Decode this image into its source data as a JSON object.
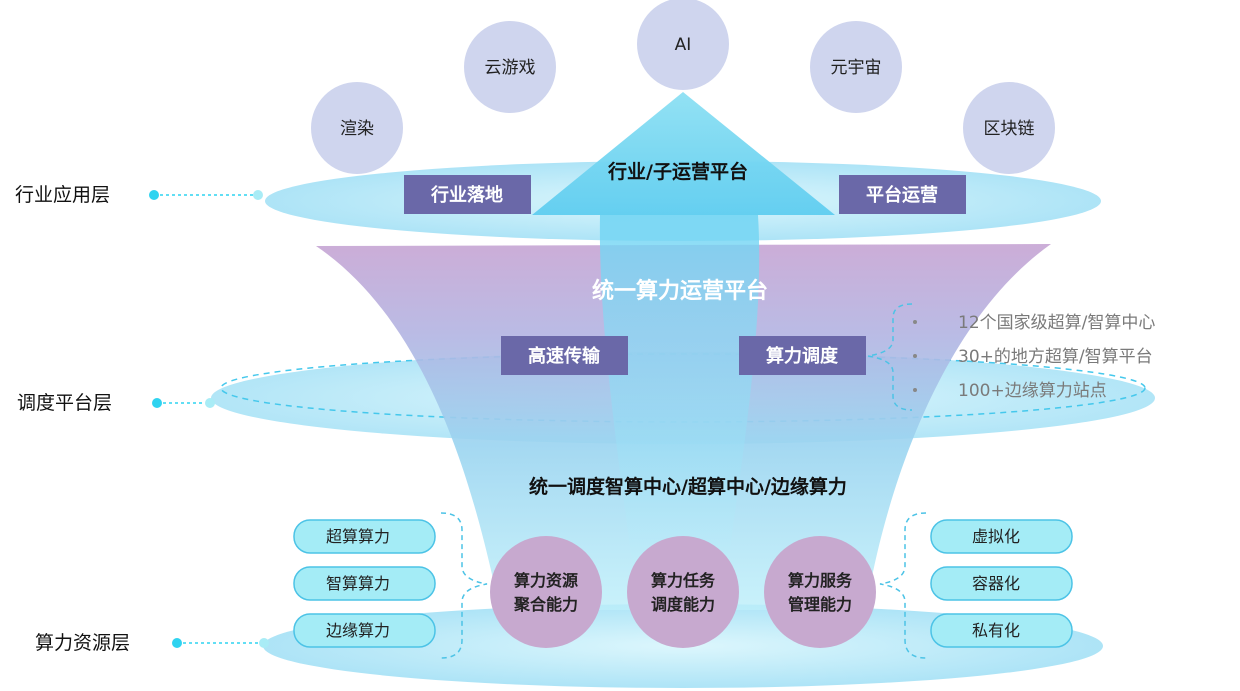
{
  "layers": [
    {
      "label": "行业应用层"
    },
    {
      "label": "调度平台层"
    },
    {
      "label": "算力资源层"
    }
  ],
  "apps": [
    "渲染",
    "云游戏",
    "AI",
    "元宇宙",
    "区块链"
  ],
  "top": {
    "platform_title": "行业/子运营平台",
    "left_box": "行业落地",
    "right_box": "平台运营"
  },
  "middle": {
    "title": "统一算力运营平台",
    "left_box": "高速传输",
    "right_box": "算力调度",
    "bullets": [
      "12个国家级超算/智算中心",
      "30+的地方超算/智算平台",
      "100+边缘算力站点"
    ]
  },
  "bottom": {
    "title": "统一调度智算中心/超算中心/边缘算力",
    "left_pills": [
      "超算算力",
      "智算算力",
      "边缘算力"
    ],
    "right_pills": [
      "虚拟化",
      "容器化",
      "私有化"
    ],
    "circles": [
      {
        "line1": "算力资源",
        "line2": "聚合能力"
      },
      {
        "line1": "算力任务",
        "line2": "调度能力"
      },
      {
        "line1": "算力服务",
        "line2": "管理能力"
      }
    ]
  },
  "colors": {
    "box_fill": "#6a68a8",
    "app_circle": "#cfd5ee",
    "capability_circle": "#c7a9cf",
    "pill_fill": "#a4ecf6",
    "pill_stroke": "#4cc3e6",
    "disk_fill": "#aee6f6",
    "dot_cyan": "#2fd3f0",
    "funnel_purple": "#c8a4d0"
  }
}
